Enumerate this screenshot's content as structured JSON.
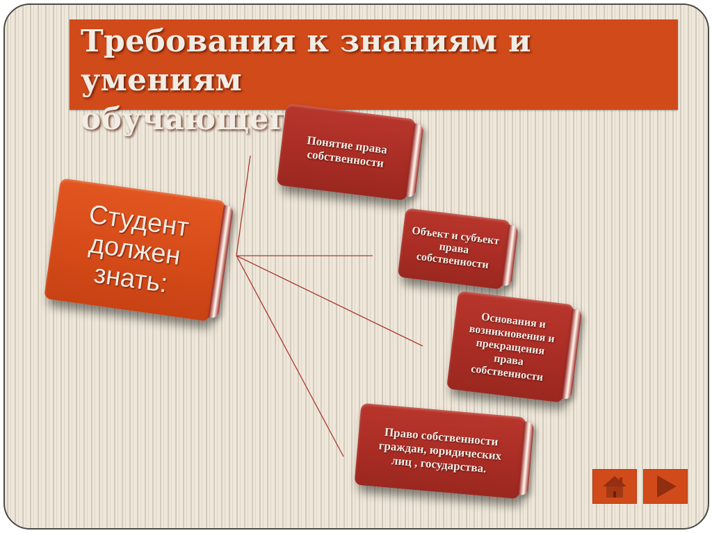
{
  "slide": {
    "title": "Требования к знаниям и умениям\nобучающегося:",
    "colors": {
      "title_bar": "#d14a1a",
      "title_text": "#f1ece4",
      "background": "#efe8da",
      "box_dark": "#a82c24",
      "box_orange": "#d44a18",
      "connector": "#a83a30"
    }
  },
  "diagram": {
    "root": {
      "label": "Студент\nдолжен знать:"
    },
    "children": [
      {
        "label": "Понятие права\nсобственности"
      },
      {
        "label": "Объект и субъект\nправа\nсобственности"
      },
      {
        "label": "Основания и\nвозникновения и\nпрекращения\nправа\nсобственности"
      },
      {
        "label": "Право собственности\nграждан, юридических\nлиц , государства."
      }
    ]
  },
  "navigation": {
    "home_icon": "home-icon",
    "next_icon": "play-next-icon"
  }
}
